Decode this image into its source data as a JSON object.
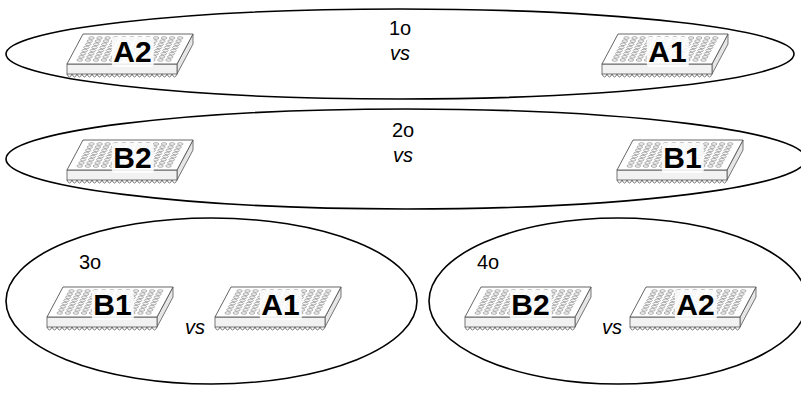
{
  "diagram": {
    "nodes": [
      {
        "text": [
          "1o",
          "vs"
        ]
      },
      {
        "text": [
          "A2"
        ],
        "in": 0
      },
      {
        "text": [
          "A1"
        ],
        "in": 0
      },
      {
        "text": [
          "2o",
          "vs"
        ]
      },
      {
        "text": [
          "B2"
        ],
        "in": 3
      },
      {
        "text": [
          "B1"
        ],
        "in": 3
      },
      {
        "text": [
          "3o",
          "vs"
        ]
      },
      {
        "text": [
          "B1"
        ],
        "in": 6
      },
      {
        "text": [
          "A1"
        ],
        "in": 6
      },
      {
        "text": [
          "4o",
          "vs"
        ]
      },
      {
        "text": [
          "B2"
        ],
        "in": 9
      },
      {
        "text": [
          "A2"
        ],
        "in": 9
      }
    ]
  }
}
